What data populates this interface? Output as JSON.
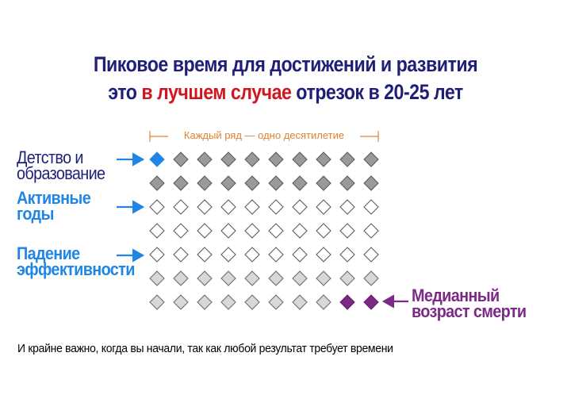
{
  "title": {
    "line1": "Пиковое время для достижений и развития",
    "line2_pre": "это ",
    "line2_highlight": "в лучшем случае",
    "line2_post": " отрезок в 20-25 лет"
  },
  "caption": "Каждый ряд — одно десятилетие",
  "labels": {
    "childhood": "Детство и\nобразование",
    "active": "Активные\nгоды",
    "decline": "Падение\nэффективности",
    "death": "Медианный\nвозраст смерти"
  },
  "footer": "И крайне важно, когда вы начали, так как любой результат требует времени",
  "colors": {
    "title": "#1f1f7a",
    "highlight": "#d0161e",
    "caption": "#e0822e",
    "label_blue": "#1f86e6",
    "death": "#7b2a86",
    "current": "#1f86e6",
    "childhood": "#9a9a9a",
    "active": "#ffffff",
    "decline": "#d8d8d8"
  },
  "chart_data": {
    "type": "grid",
    "rows": 7,
    "columns": 10,
    "cells": [
      [
        "current",
        "childhood",
        "childhood",
        "childhood",
        "childhood",
        "childhood",
        "childhood",
        "childhood",
        "childhood",
        "childhood"
      ],
      [
        "childhood",
        "childhood",
        "childhood",
        "childhood",
        "childhood",
        "childhood",
        "childhood",
        "childhood",
        "childhood",
        "childhood"
      ],
      [
        "active",
        "active",
        "active",
        "active",
        "active",
        "active",
        "active",
        "active",
        "active",
        "active"
      ],
      [
        "active",
        "active",
        "active",
        "active",
        "active",
        "active",
        "active",
        "active",
        "active",
        "active"
      ],
      [
        "active",
        "active",
        "active",
        "active",
        "active",
        "active",
        "active",
        "active",
        "active",
        "active"
      ],
      [
        "decline",
        "decline",
        "decline",
        "decline",
        "decline",
        "decline",
        "decline",
        "decline",
        "decline",
        "decline"
      ],
      [
        "decline",
        "decline",
        "decline",
        "decline",
        "decline",
        "decline",
        "decline",
        "decline",
        "death",
        "death"
      ]
    ]
  }
}
